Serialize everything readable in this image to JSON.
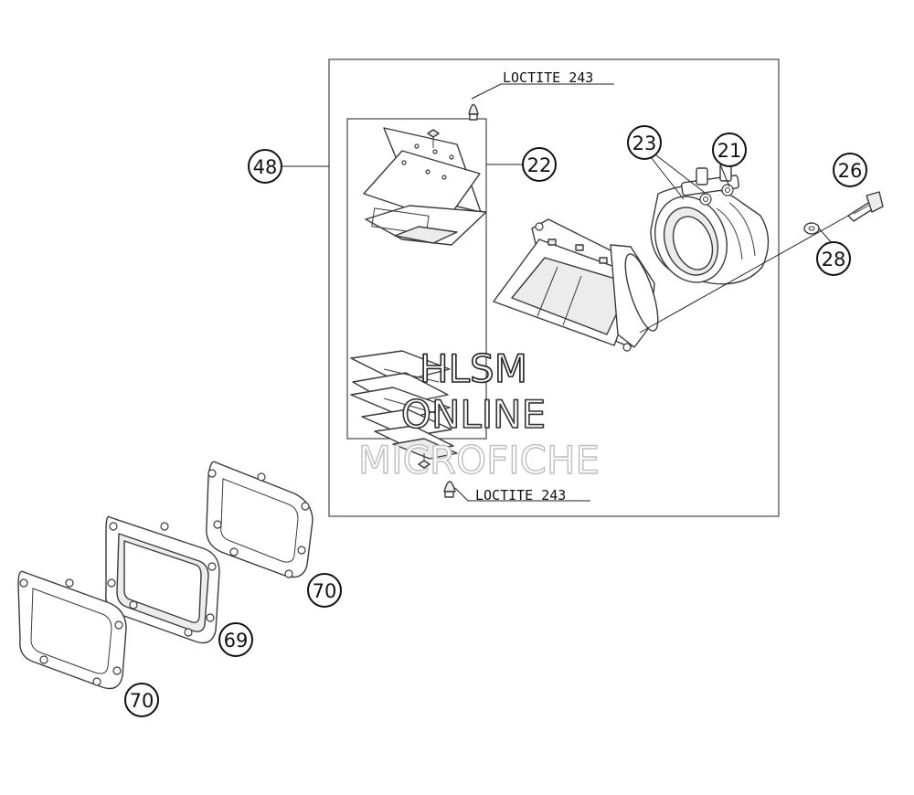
{
  "callouts": [
    {
      "id": "48",
      "label": "48"
    },
    {
      "id": "22",
      "label": "22"
    },
    {
      "id": "23",
      "label": "23"
    },
    {
      "id": "21",
      "label": "21"
    },
    {
      "id": "26",
      "label": "26"
    },
    {
      "id": "28",
      "label": "28"
    },
    {
      "id": "70a",
      "label": "70"
    },
    {
      "id": "69",
      "label": "69"
    },
    {
      "id": "70b",
      "label": "70"
    }
  ],
  "notes": {
    "top": "LOCTITE 243",
    "bottom": "LOCTITE 243"
  },
  "watermark": {
    "line1": "HLSM",
    "line2": "ONLINE",
    "line3": "MICROFICHE"
  }
}
